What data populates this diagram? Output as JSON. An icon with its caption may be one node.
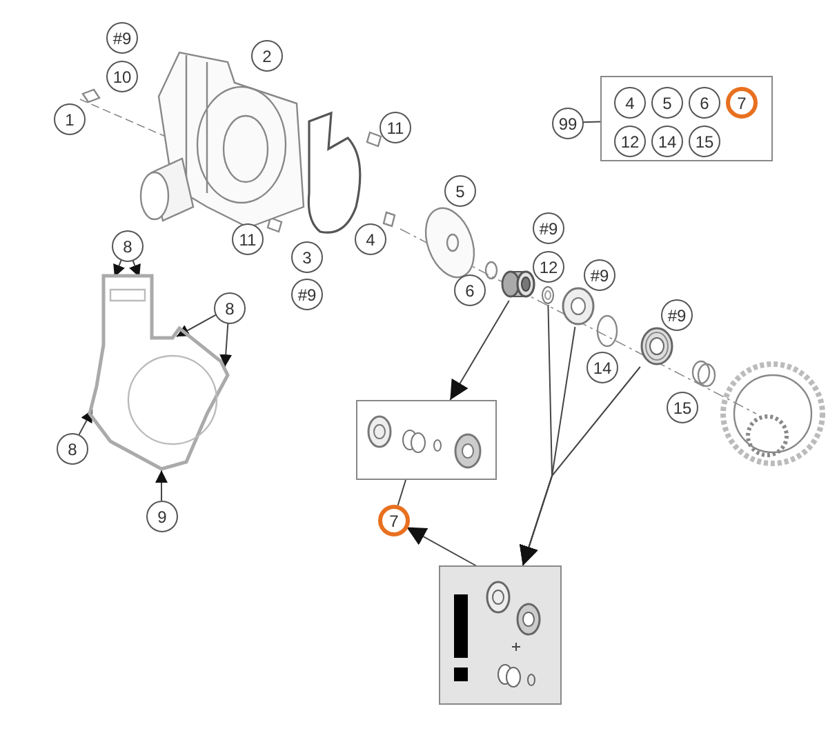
{
  "diagram": {
    "nodes": [
      {
        "text": [
          "#9"
        ]
      },
      {
        "text": [
          "10"
        ]
      },
      {
        "text": [
          "2"
        ]
      },
      {
        "text": [
          "1"
        ]
      },
      {
        "text": [
          "11"
        ]
      },
      {
        "text": [
          "11"
        ]
      },
      {
        "text": [
          "3"
        ]
      },
      {
        "text": [
          "#9"
        ]
      },
      {
        "text": [
          "4"
        ]
      },
      {
        "text": [
          "5"
        ]
      },
      {
        "text": [
          "6"
        ]
      },
      {
        "text": [
          "#9"
        ]
      },
      {
        "text": [
          "12"
        ]
      },
      {
        "text": [
          "#9"
        ]
      },
      {
        "text": [
          "14"
        ]
      },
      {
        "text": [
          "#9"
        ]
      },
      {
        "text": [
          "15"
        ]
      },
      {
        "text": [
          "8"
        ]
      },
      {
        "text": [
          "8"
        ]
      },
      {
        "text": [
          "8"
        ]
      },
      {
        "text": [
          "9"
        ]
      },
      {
        "text": [
          "99"
        ]
      },
      {
        "text": [],
        "shape": "box"
      },
      {
        "text": [
          "4"
        ],
        "in": 22
      },
      {
        "text": [
          "5"
        ],
        "in": 22
      },
      {
        "text": [
          "6"
        ],
        "in": 22
      },
      {
        "text": [
          "7"
        ],
        "in": 22
      },
      {
        "text": [
          "12"
        ],
        "in": 22
      },
      {
        "text": [
          "14"
        ],
        "in": 22
      },
      {
        "text": [
          "15"
        ],
        "in": 22
      },
      {
        "text": [],
        "shape": "box"
      },
      {
        "text": [
          "7"
        ]
      },
      {
        "text": [],
        "shape": "box"
      },
      {
        "text": [],
        "shape": "cylinder"
      },
      {
        "text": [],
        "shape": "picture"
      },
      {
        "text": [],
        "shape": "picture"
      },
      {
        "text": [],
        "shape": "picture"
      },
      {
        "text": [],
        "shape": "picture"
      },
      {
        "text": [],
        "shape": "picture"
      }
    ],
    "edges": [
      {
        "from": 17,
        "to": 37,
        "arrow": "to"
      },
      {
        "from": 17,
        "to": 37,
        "arrow": "to"
      },
      {
        "from": 18,
        "to": 37,
        "arrow": "to"
      },
      {
        "from": 18,
        "to": 37,
        "arrow": "to"
      },
      {
        "from": 19,
        "to": 37,
        "arrow": "to"
      },
      {
        "from": 20,
        "to": 37,
        "arrow": "to"
      },
      {
        "from": 21,
        "to": 22,
        "arrow": "none"
      },
      {
        "from": 33,
        "to": 30,
        "arrow": "to"
      },
      {
        "from": 34,
        "to": 32,
        "arrow": "to"
      },
      {
        "from": 35,
        "to": 32,
        "arrow": "to"
      },
      {
        "from": 36,
        "to": 32,
        "arrow": "to"
      },
      {
        "from": 32,
        "to": 31,
        "arrow": "to"
      },
      {
        "from": 30,
        "to": 31,
        "arrow": "none"
      }
    ]
  }
}
